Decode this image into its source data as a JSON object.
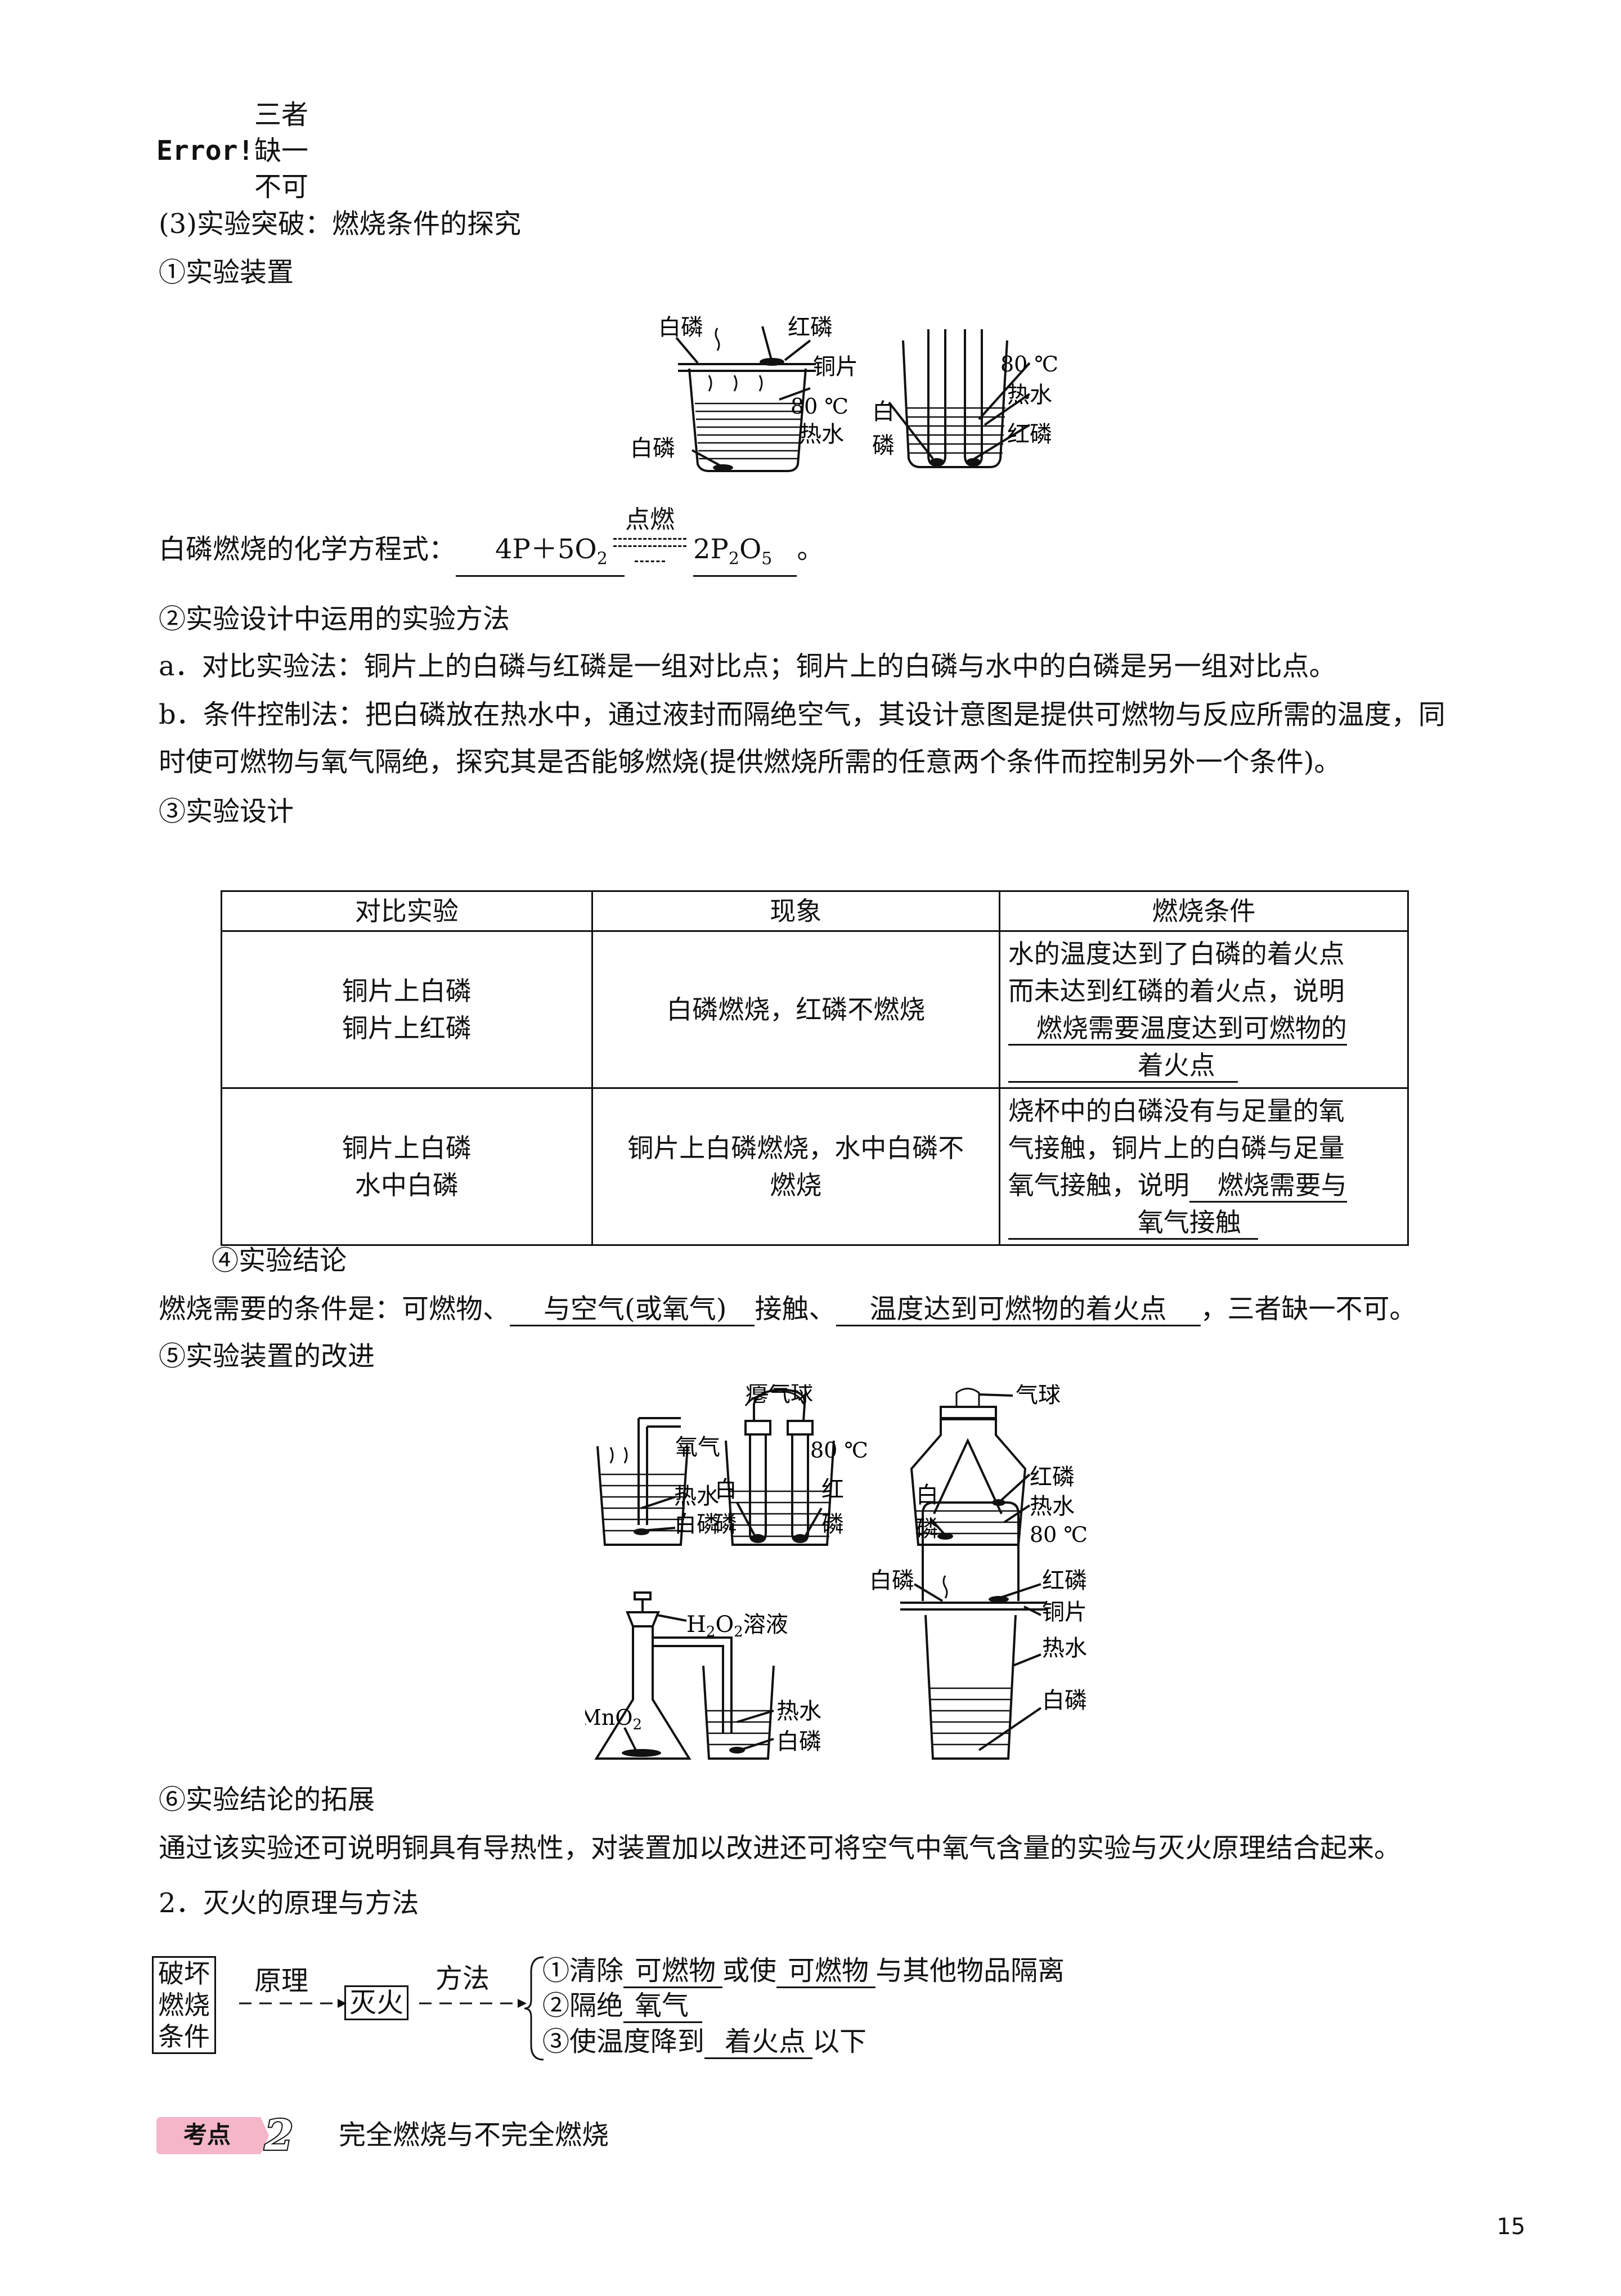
{
  "intro": {
    "error_word": "Error!",
    "three": "三者",
    "missing": "缺一",
    "not_ok": "不可"
  },
  "section3": {
    "title": "(3)实验突破：燃烧条件的探究",
    "item1": "①实验装置",
    "fig1": {
      "left_labels": {
        "white_p_top": "白磷",
        "red_p": "红磷",
        "copper": "铜片",
        "temp": "80 ℃",
        "hot_water": "热水",
        "white_p_bottom": "白磷"
      },
      "right_labels": {
        "white": "白",
        "phos": "磷",
        "temp": "80 ℃",
        "hot_water": "热水",
        "red_p": "红磷"
      }
    },
    "equation": {
      "prefix": "白磷燃烧的化学方程式：",
      "left": "4P＋5O",
      "left_sub": "2",
      "condition": "点燃",
      "right": "2P",
      "right_sub1": "2",
      "right_mid": "O",
      "right_sub2": "5",
      "end": "。"
    },
    "item2": "②实验设计中运用的实验方法",
    "para_a": "a．对比实验法：铜片上的白磷与红磷是一组对比点；铜片上的白磷与水中的白磷是另一组对比点。",
    "para_b1": "b．条件控制法：把白磷放在热水中，通过液封而隔绝空气，其设计意图是提供可燃物与反应所需的温度，同",
    "para_b2": "时使可燃物与氧气隔绝，探究其是否能够燃烧(提供燃烧所需的任意两个条件而控制另外一个条件)。",
    "item3": "③实验设计",
    "table": {
      "headers": [
        "对比实验",
        "现象",
        "燃烧条件"
      ],
      "row1": {
        "exp_a": "铜片上白磷",
        "exp_b": "铜片上红磷",
        "phenomenon": "白磷燃烧，红磷不燃烧",
        "cond_l1": "水的温度达到了白磷的着火点",
        "cond_l2": "而未达到红磷的着火点，说明",
        "cond_ans1": "燃烧需要温度达到可燃物的",
        "cond_ans2": "着火点"
      },
      "row2": {
        "exp_a": "铜片上白磷",
        "exp_b": "水中白磷",
        "ph_l1": "铜片上白磷燃烧，水中白磷不",
        "ph_l2": "燃烧",
        "cond_l1": "烧杯中的白磷没有与足量的氧",
        "cond_l2": "气接触，铜片上的白磷与足量",
        "cond_l3": "氧气接触，说明",
        "cond_ans1": "燃烧需要与",
        "cond_ans2": "氧气接触"
      }
    },
    "item4": "④实验结论",
    "conclusion": {
      "prefix": "燃烧需要的条件是：可燃物、",
      "blank1": "与空气(或氧气)",
      "mid": "接触、",
      "blank2": "温度达到可燃物的着火点",
      "suffix": "，三者缺一不可。"
    },
    "item5": "⑤实验装置的改进",
    "fig2": {
      "a": {
        "oxygen": "氧气",
        "hot_water": "热水",
        "white_p": "白磷"
      },
      "b": {
        "balloon": "瘪气球",
        "temp": "80 ℃",
        "white": "白",
        "phos1": "磷",
        "red": "红",
        "phos2": "磷"
      },
      "c": {
        "balloon": "气球",
        "red_p": "红磷",
        "hot_water": "热水",
        "temp": "80 ℃",
        "white": "白",
        "phos": "磷"
      },
      "d": {
        "h2o2": "H",
        "h2o2_sub": "2",
        "h2o2_o": "O",
        "h2o2_sub2": "2",
        "h2o2_suffix": "溶液",
        "mno2": "MnO",
        "mno2_sub": "2",
        "hot_water": "热水",
        "white_p": "白磷"
      },
      "e": {
        "white_p_top": "白磷",
        "red_p": "红磷",
        "copper": "铜片",
        "hot_water": "热水",
        "white_p": "白磷"
      }
    },
    "item6": "⑥实验结论的拓展",
    "extension": "通过该实验还可说明铜具有导热性，对装置加以改进还可将空气中氧气含量的实验与灭火原理结合起来。"
  },
  "section2": {
    "title": "2．灭火的原理与方法",
    "box1": [
      "破坏",
      "燃烧",
      "条件"
    ],
    "principle": "原理",
    "box2": "灭火",
    "method": "方法",
    "m1_a": "①清除",
    "m1_b": "可燃物",
    "m1_c": "或使",
    "m1_d": "可燃物",
    "m1_e": "与其他物品隔离",
    "m2_a": "②隔绝",
    "m2_b": "氧气",
    "m3_a": "③使温度降到",
    "m3_b": "着火点",
    "m3_c": "以下"
  },
  "kaodian": {
    "label": "考点",
    "number": "2",
    "title": "完全燃烧与不完全燃烧"
  },
  "page_number": "15"
}
